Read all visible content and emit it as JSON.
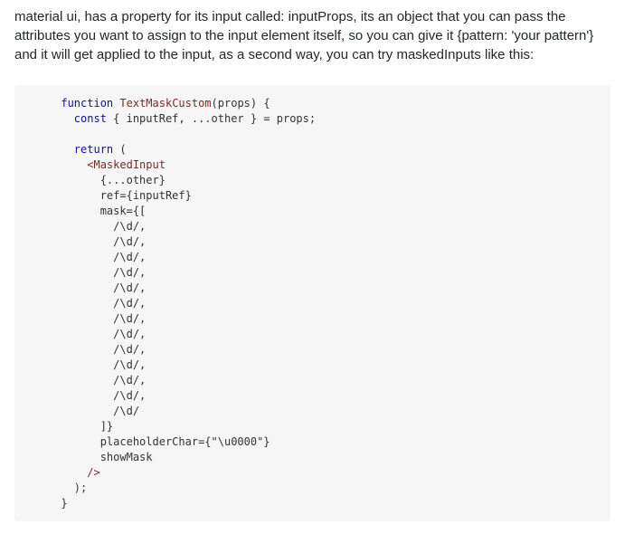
{
  "answer": {
    "paragraph": "material ui, has a property for its input called: inputProps, its an object that you can pass the attributes you want to assign to the input element itself, so you can give it {pattern: 'your pattern'} and it will get applied to the input, as a second way, you can try maskedInputs like this:"
  },
  "code": {
    "lines": [
      "      function TextMaskCustom(props) {",
      "        const { inputRef, ...other } = props;",
      "",
      "        return (",
      "          <MaskedInput",
      "            {...other}",
      "            ref={inputRef}",
      "            mask={[",
      "              /\\d/,",
      "              /\\d/,",
      "              /\\d/,",
      "              /\\d/,",
      "              /\\d/,",
      "              /\\d/,",
      "              /\\d/,",
      "              /\\d/,",
      "              /\\d/,",
      "              /\\d/,",
      "              /\\d/,",
      "              /\\d/,",
      "              /\\d/",
      "            ]}",
      "            placeholderChar={\"\\u0000\"}",
      "            showMask",
      "          />",
      "        );",
      "      }"
    ]
  },
  "colors": {
    "code_background": "#f6f6f6",
    "keyword": "#101094",
    "jsx_tag": "#7d2727",
    "text": "#242729"
  }
}
